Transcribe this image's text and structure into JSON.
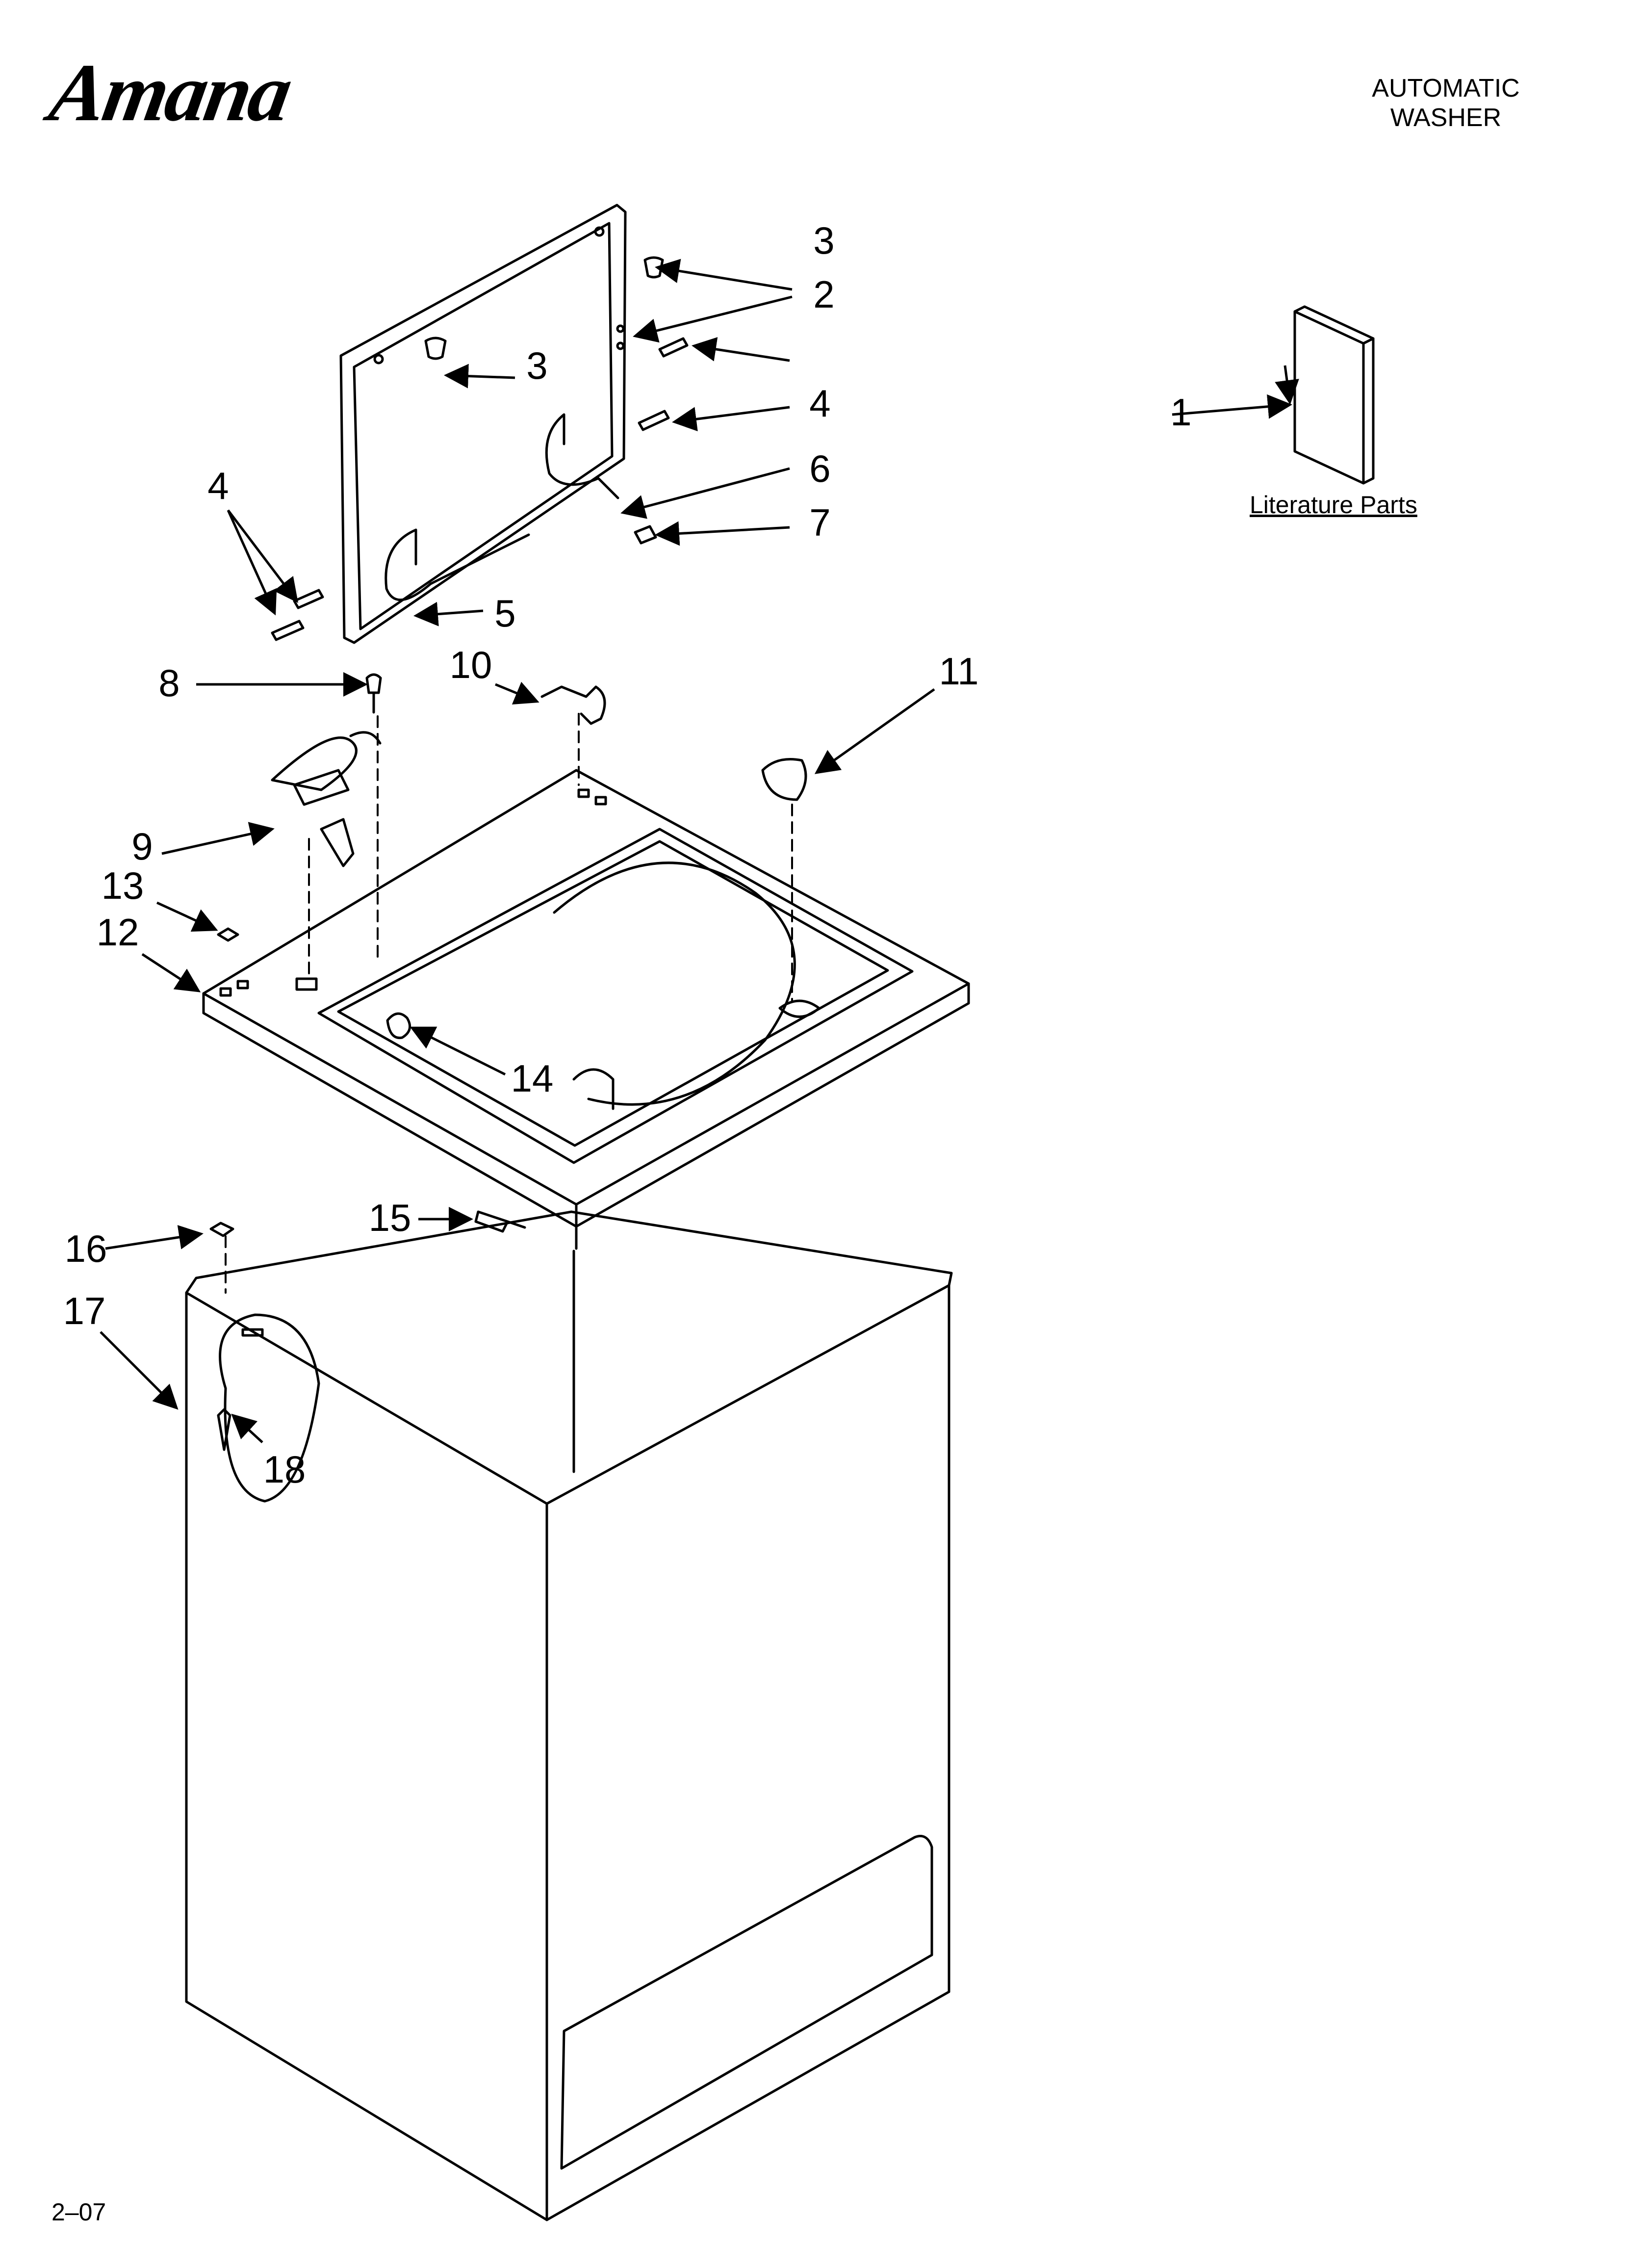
{
  "header": {
    "brand": "Amana",
    "title_line1": "AUTOMATIC",
    "title_line2": "WASHER"
  },
  "literature_caption": "Literature Parts",
  "page_ref": "2–07",
  "callouts": [
    "1",
    "2",
    "3",
    "3",
    "4",
    "4",
    "5",
    "6",
    "7",
    "8",
    "9",
    "10",
    "11",
    "12",
    "13",
    "14",
    "15",
    "16",
    "17",
    "18"
  ]
}
